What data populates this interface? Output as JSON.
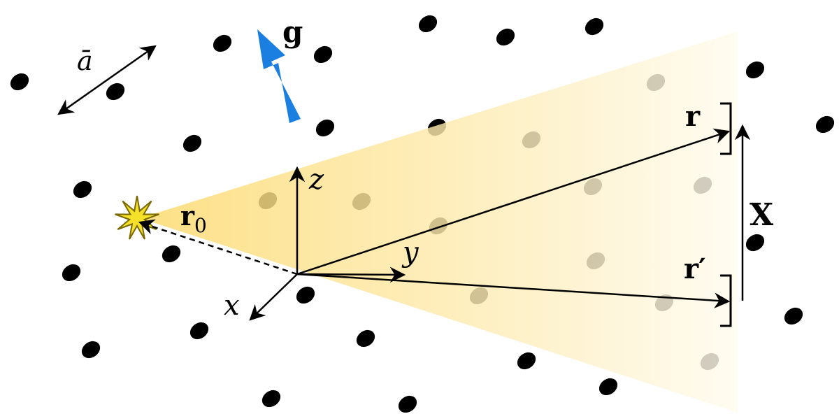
{
  "labels": {
    "lattice_spacing": "ā",
    "gravity": "g",
    "source_position": "r",
    "source_subscript": "0",
    "axis_z": "z",
    "axis_y": "y",
    "axis_x": "x",
    "point_r": "r",
    "point_r_prime": "r′",
    "separation": "X"
  },
  "colors": {
    "gravity_arrow": "#1a7fe0",
    "beam_start": "#fcd96a",
    "beam_end": "#fffbee",
    "source_fill": "#f5e12a",
    "source_stroke": "#7a6a00",
    "particle": "#000000"
  }
}
